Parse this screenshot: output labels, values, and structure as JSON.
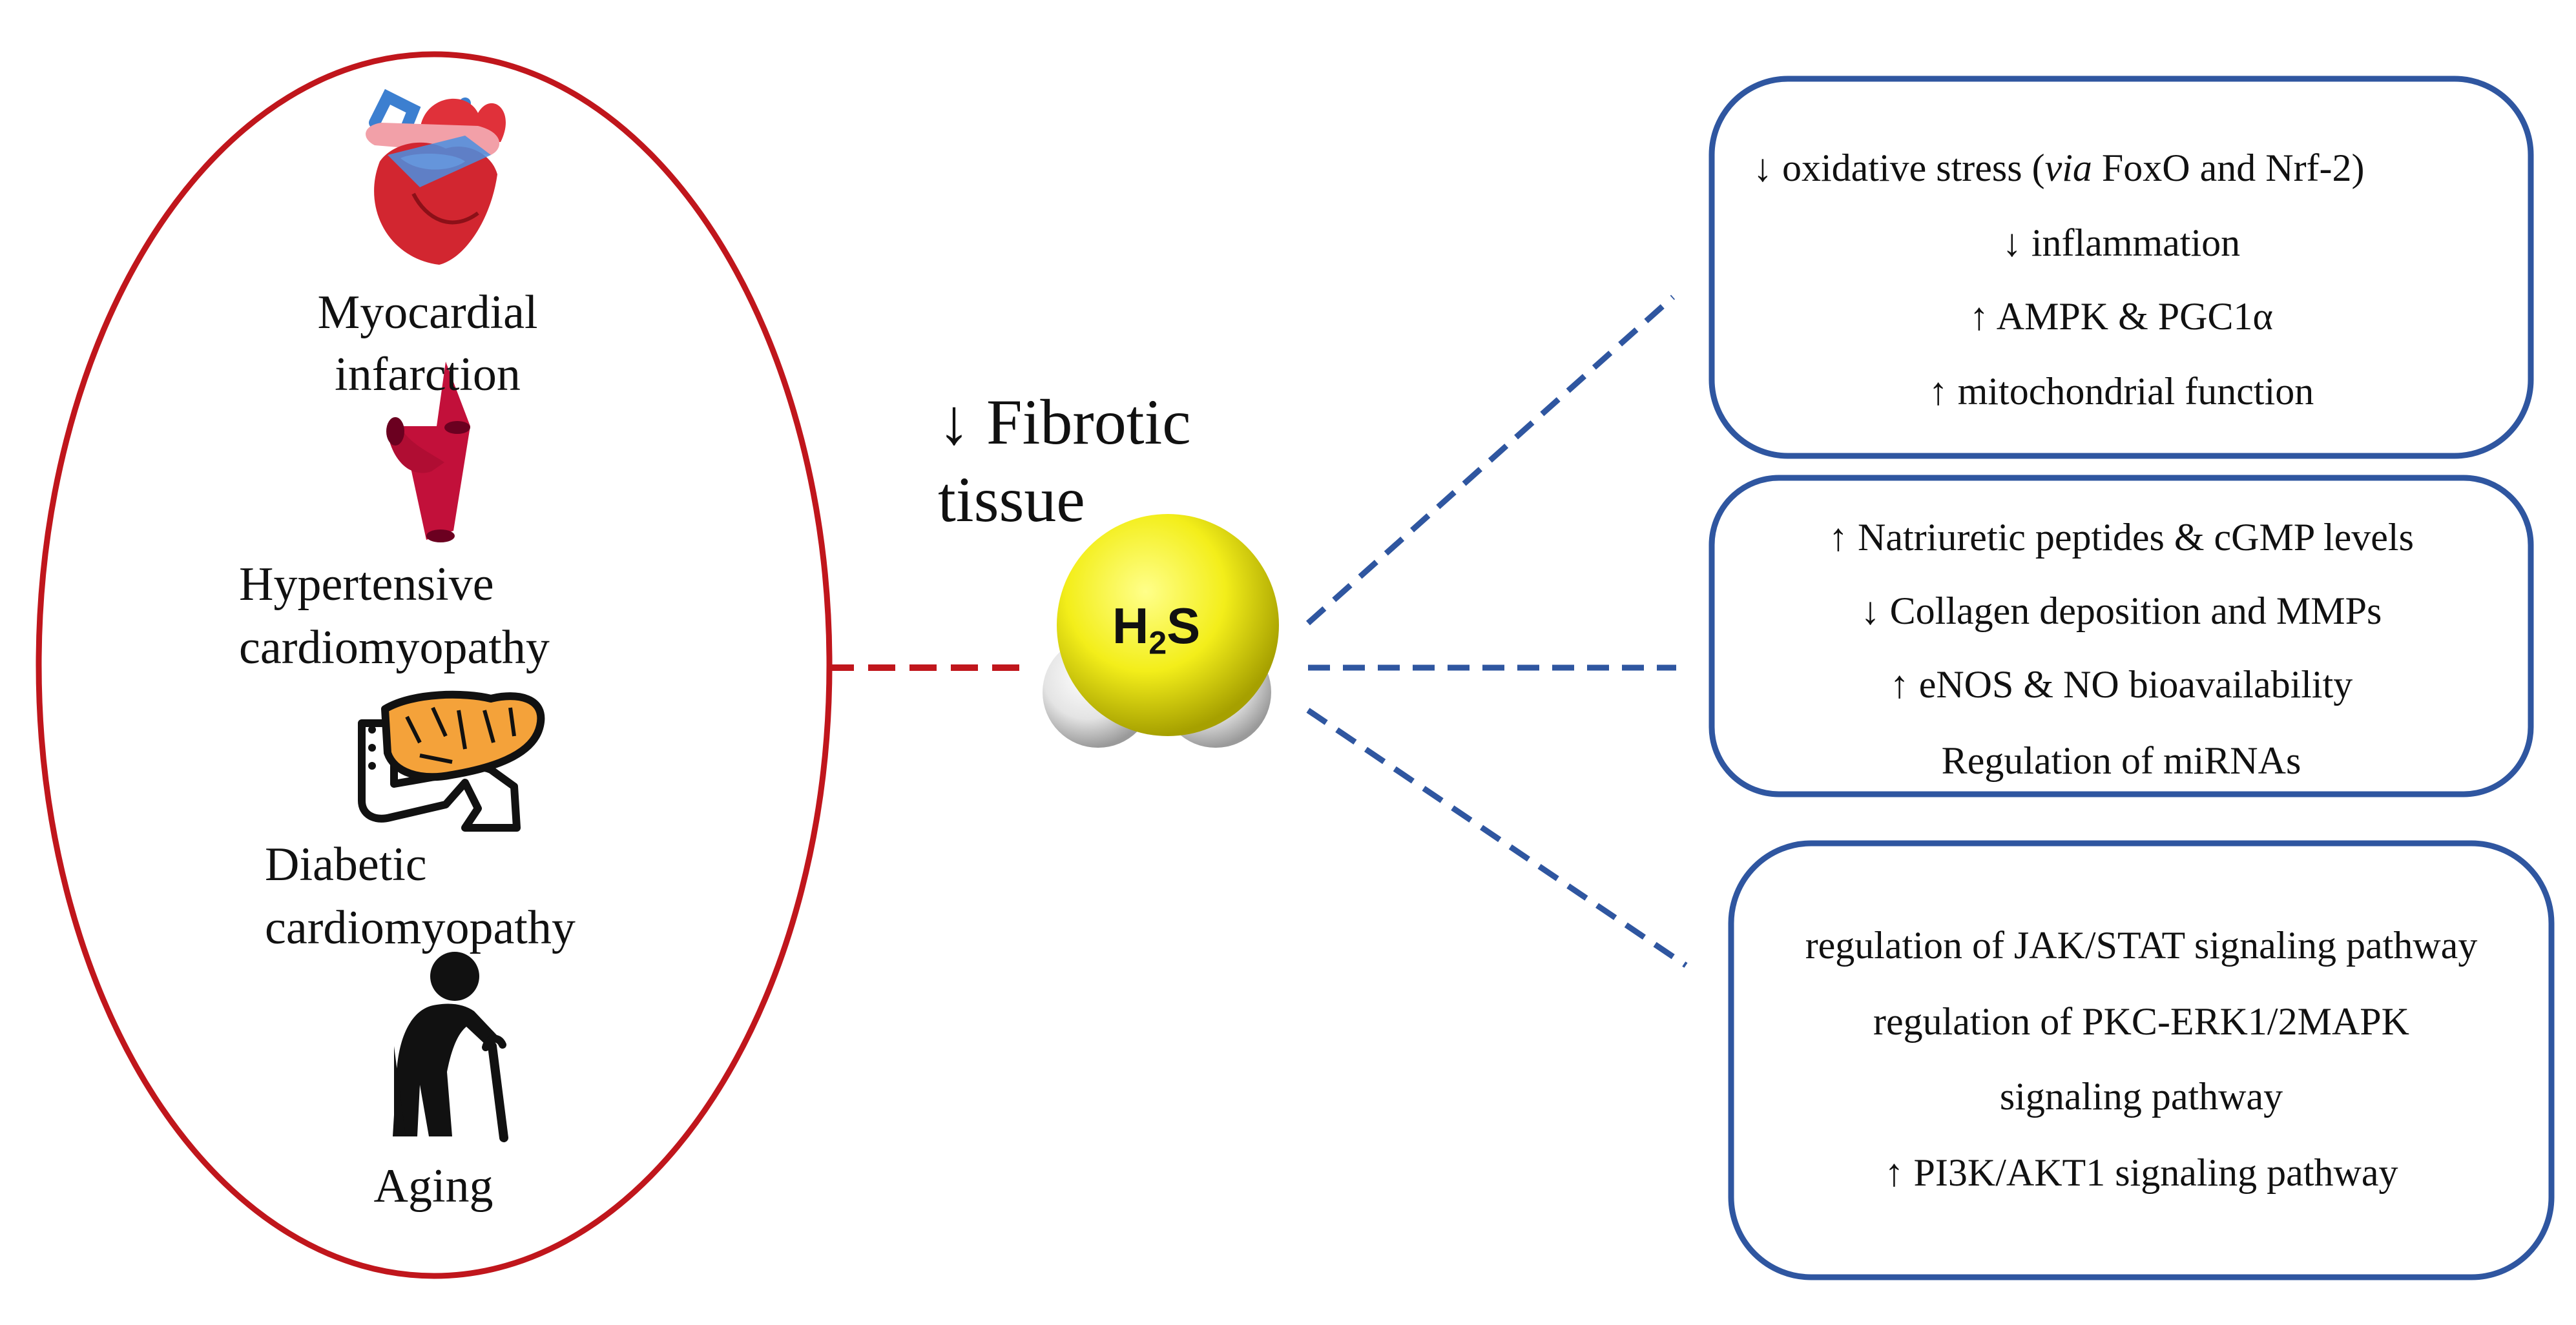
{
  "conditions": [
    {
      "icon": "heart-icon",
      "label": [
        "Myocardial",
        "infarction"
      ]
    },
    {
      "icon": "artery-icon",
      "label": [
        "Hypertensive",
        "cardiomyopathy"
      ]
    },
    {
      "icon": "pancreas-icon",
      "label": [
        "Diabetic",
        "cardiomyopathy"
      ]
    },
    {
      "icon": "elderly-person-icon",
      "label": [
        "Aging"
      ]
    }
  ],
  "center": {
    "fibrotic_line1": "↓ Fibrotic",
    "fibrotic_line2": "tissue",
    "molecule": {
      "h": "H",
      "sub": "2",
      "s": "S",
      "color": "#f3ee1a"
    }
  },
  "boxes": [
    {
      "lines": [
        {
          "pre": "↓ oxidative stress (",
          "em": "via",
          "post": " FoxO and Nrf-2)"
        },
        {
          "text": "↓ inflammation"
        },
        {
          "text": "↑ AMPK &  PGC1α"
        },
        {
          "text": "↑ mitochondrial function"
        }
      ]
    },
    {
      "lines": [
        {
          "text": "↑ Natriuretic peptides & cGMP levels"
        },
        {
          "text": "↓ Collagen deposition and MMPs"
        },
        {
          "text": "↑ eNOS & NO bioavailability"
        },
        {
          "text": "Regulation of miRNAs"
        }
      ]
    },
    {
      "lines": [
        {
          "text": "regulation of JAK/STAT signaling pathway"
        },
        {
          "text": "regulation of PKC-ERK1/2MAPK"
        },
        {
          "text": "signaling pathway"
        },
        {
          "text": "↑ PI3K/AKT1 signaling pathway"
        }
      ]
    }
  ],
  "colors": {
    "red": "#c0161c",
    "blue": "#2f56a0",
    "molecule_yellow": "#f3ee1a"
  }
}
